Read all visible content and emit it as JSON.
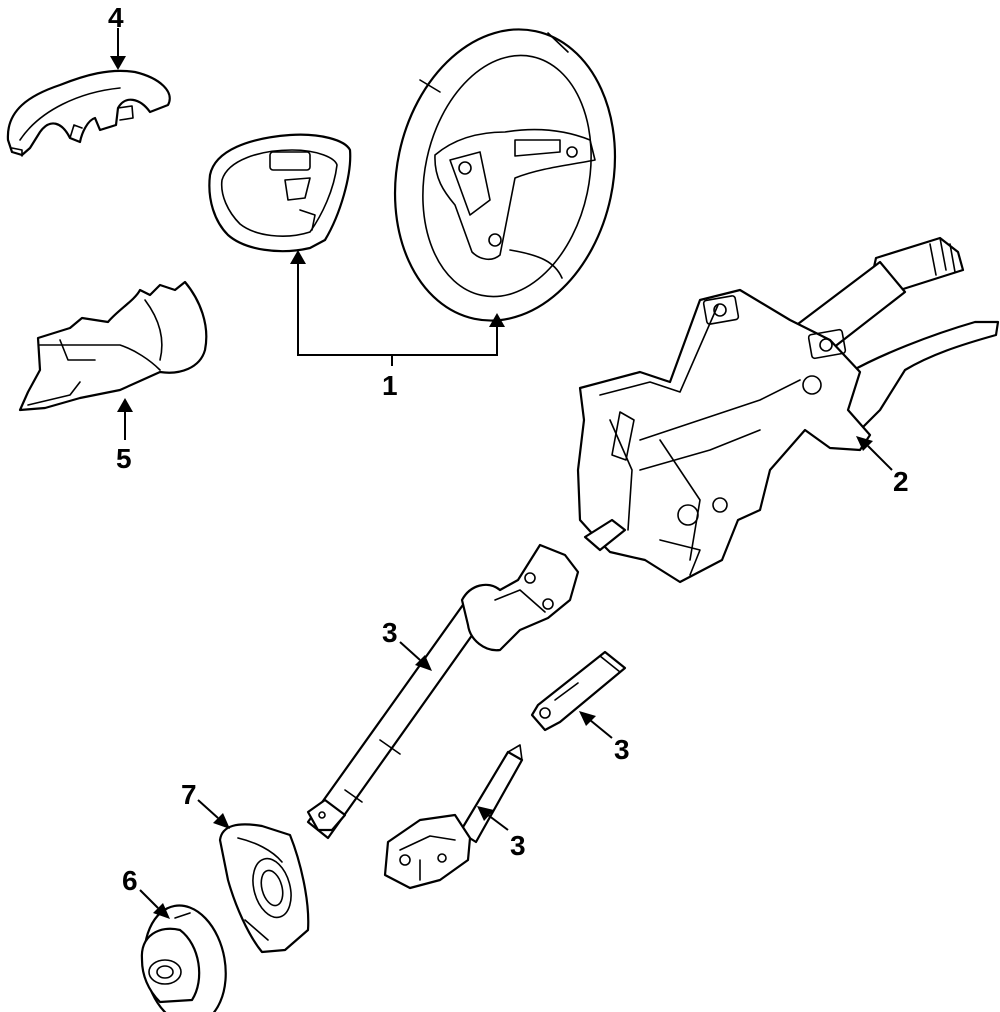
{
  "callouts": {
    "c1": "1",
    "c2": "2",
    "c3a": "3",
    "c3b": "3",
    "c3c": "3",
    "c4": "4",
    "c5": "5",
    "c6": "6",
    "c7": "7"
  }
}
